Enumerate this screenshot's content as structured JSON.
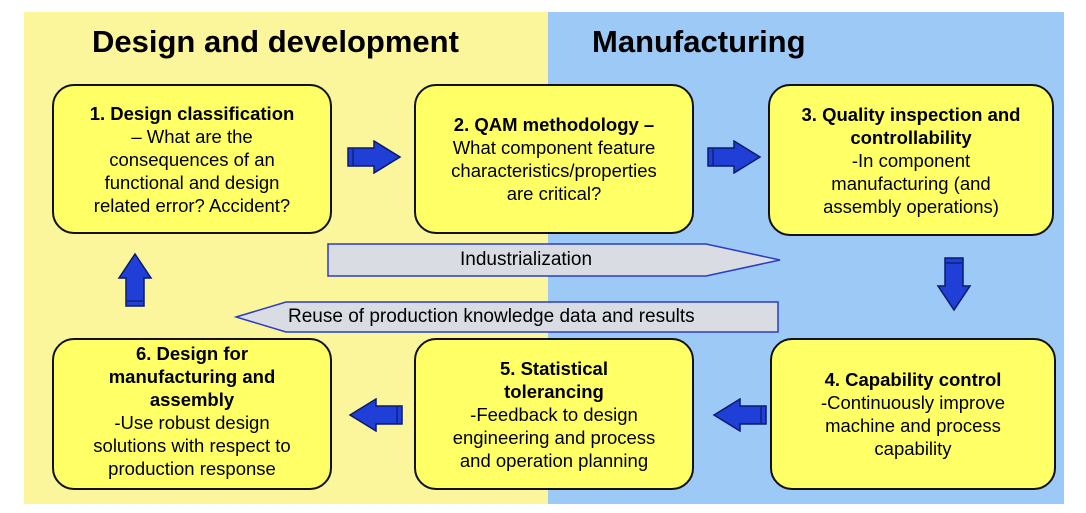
{
  "sections": {
    "left_title": "Design and development",
    "right_title": "Manufacturing"
  },
  "boxes": [
    {
      "title": "1. Design classification",
      "body": [
        "– What are the",
        "consequences of an",
        "functional and design",
        "related error? Accident?"
      ]
    },
    {
      "title": "2. QAM methodology –",
      "body": [
        "What component feature",
        "characteristics/properties",
        "are critical?"
      ]
    },
    {
      "title": "3. Quality inspection and controllability",
      "body": [
        "-In component",
        "manufacturing (and",
        "assembly operations)"
      ]
    },
    {
      "title": "4. Capability control",
      "body": [
        "-Continuously improve",
        "machine and process",
        "capability"
      ]
    },
    {
      "title": "5. Statistical tolerancing",
      "body": [
        "-Feedback to design",
        "engineering and process",
        "and operation planning"
      ]
    },
    {
      "title": "6. Design for manufacturing and assembly",
      "body": [
        "-Use robust design",
        "solutions with respect to",
        "production response"
      ]
    }
  ],
  "banners": {
    "industrialization": "Industrialization",
    "reuse": "Reuse of production knowledge data and results"
  },
  "colors": {
    "left_panel": "#fbf59c",
    "right_panel": "#9cc9f5",
    "box_fill": "#ffff66",
    "arrow_fill": "#1f3fd6",
    "banner_fill": "#d9dce3"
  }
}
